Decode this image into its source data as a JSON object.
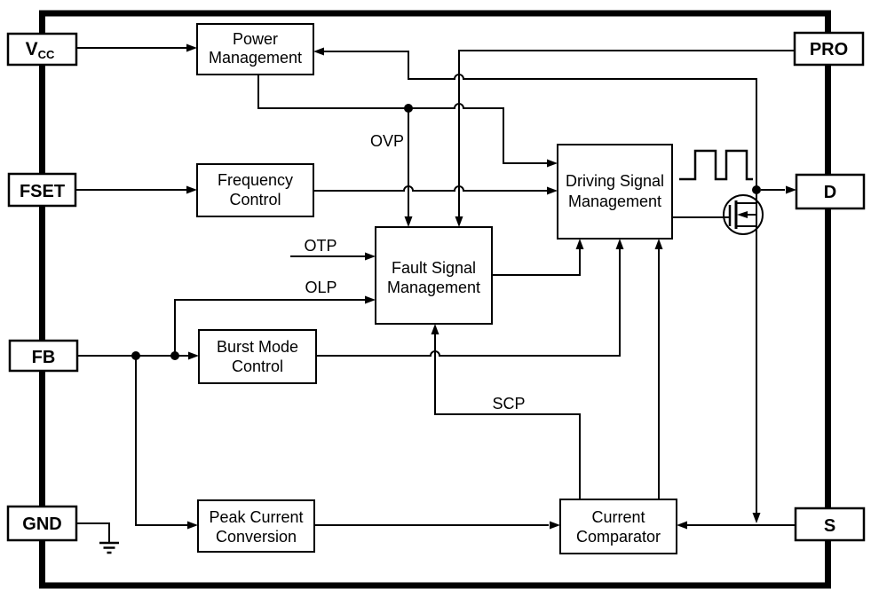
{
  "diagram": {
    "pins_left": [
      {
        "id": "vcc",
        "label": "V",
        "sub": "CC"
      },
      {
        "id": "fset",
        "label": "FSET"
      },
      {
        "id": "fb",
        "label": "FB"
      },
      {
        "id": "gnd",
        "label": "GND"
      }
    ],
    "pins_right": [
      {
        "id": "pro",
        "label": "PRO"
      },
      {
        "id": "d",
        "label": "D"
      },
      {
        "id": "s",
        "label": "S"
      }
    ],
    "blocks": [
      {
        "id": "power-management",
        "line1": "Power",
        "line2": "Management"
      },
      {
        "id": "frequency-control",
        "line1": "Frequency",
        "line2": "Control"
      },
      {
        "id": "fault-signal-management",
        "line1": "Fault Signal",
        "line2": "Management"
      },
      {
        "id": "driving-signal-management",
        "line1": "Driving Signal",
        "line2": "Management"
      },
      {
        "id": "burst-mode-control",
        "line1": "Burst Mode",
        "line2": "Control"
      },
      {
        "id": "peak-current-conversion",
        "line1": "Peak Current",
        "line2": "Conversion"
      },
      {
        "id": "current-comparator",
        "line1": "Current",
        "line2": "Comparator"
      }
    ],
    "signal_labels": {
      "ovp": "OVP",
      "otp": "OTP",
      "olp": "OLP",
      "scp": "SCP"
    },
    "colors": {
      "line": "#000000",
      "background": "#ffffff",
      "box_fill": "#ffffff"
    }
  }
}
